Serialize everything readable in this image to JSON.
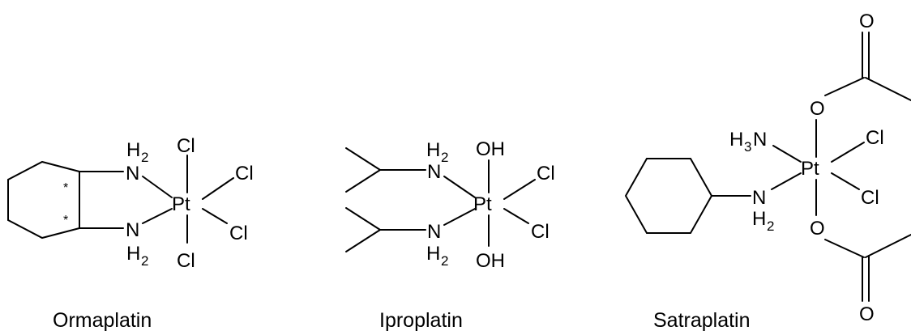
{
  "compounds": [
    {
      "name": "Ormaplatin",
      "atoms": {
        "h_top": "H",
        "sub_top": "2",
        "n_top": "N",
        "pt": "Pt",
        "n_bot": "N",
        "h_bot": "H",
        "sub_bot": "2",
        "cl_top": "Cl",
        "cl_ur": "Cl",
        "cl_lr": "Cl",
        "cl_bot": "Cl",
        "star1": "*",
        "star2": "*"
      }
    },
    {
      "name": "Iproplatin",
      "atoms": {
        "h_top": "H",
        "sub_top": "2",
        "n_top": "N",
        "pt": "Pt",
        "n_bot": "N",
        "h_bot": "H",
        "sub_bot": "2",
        "oh_top": "OH",
        "oh_bot": "OH",
        "cl_ur": "Cl",
        "cl_lr": "Cl"
      }
    },
    {
      "name": "Satraplatin",
      "atoms": {
        "h3": "H",
        "sub_h3": "3",
        "n_h3": "N",
        "pt": "Pt",
        "n": "N",
        "h": "H",
        "sub_h": "2",
        "o_top": "O",
        "o_bot": "O",
        "o_carb_top": "O",
        "o_carb_bot": "O",
        "cl_ur": "Cl",
        "cl_lr": "Cl"
      }
    }
  ]
}
